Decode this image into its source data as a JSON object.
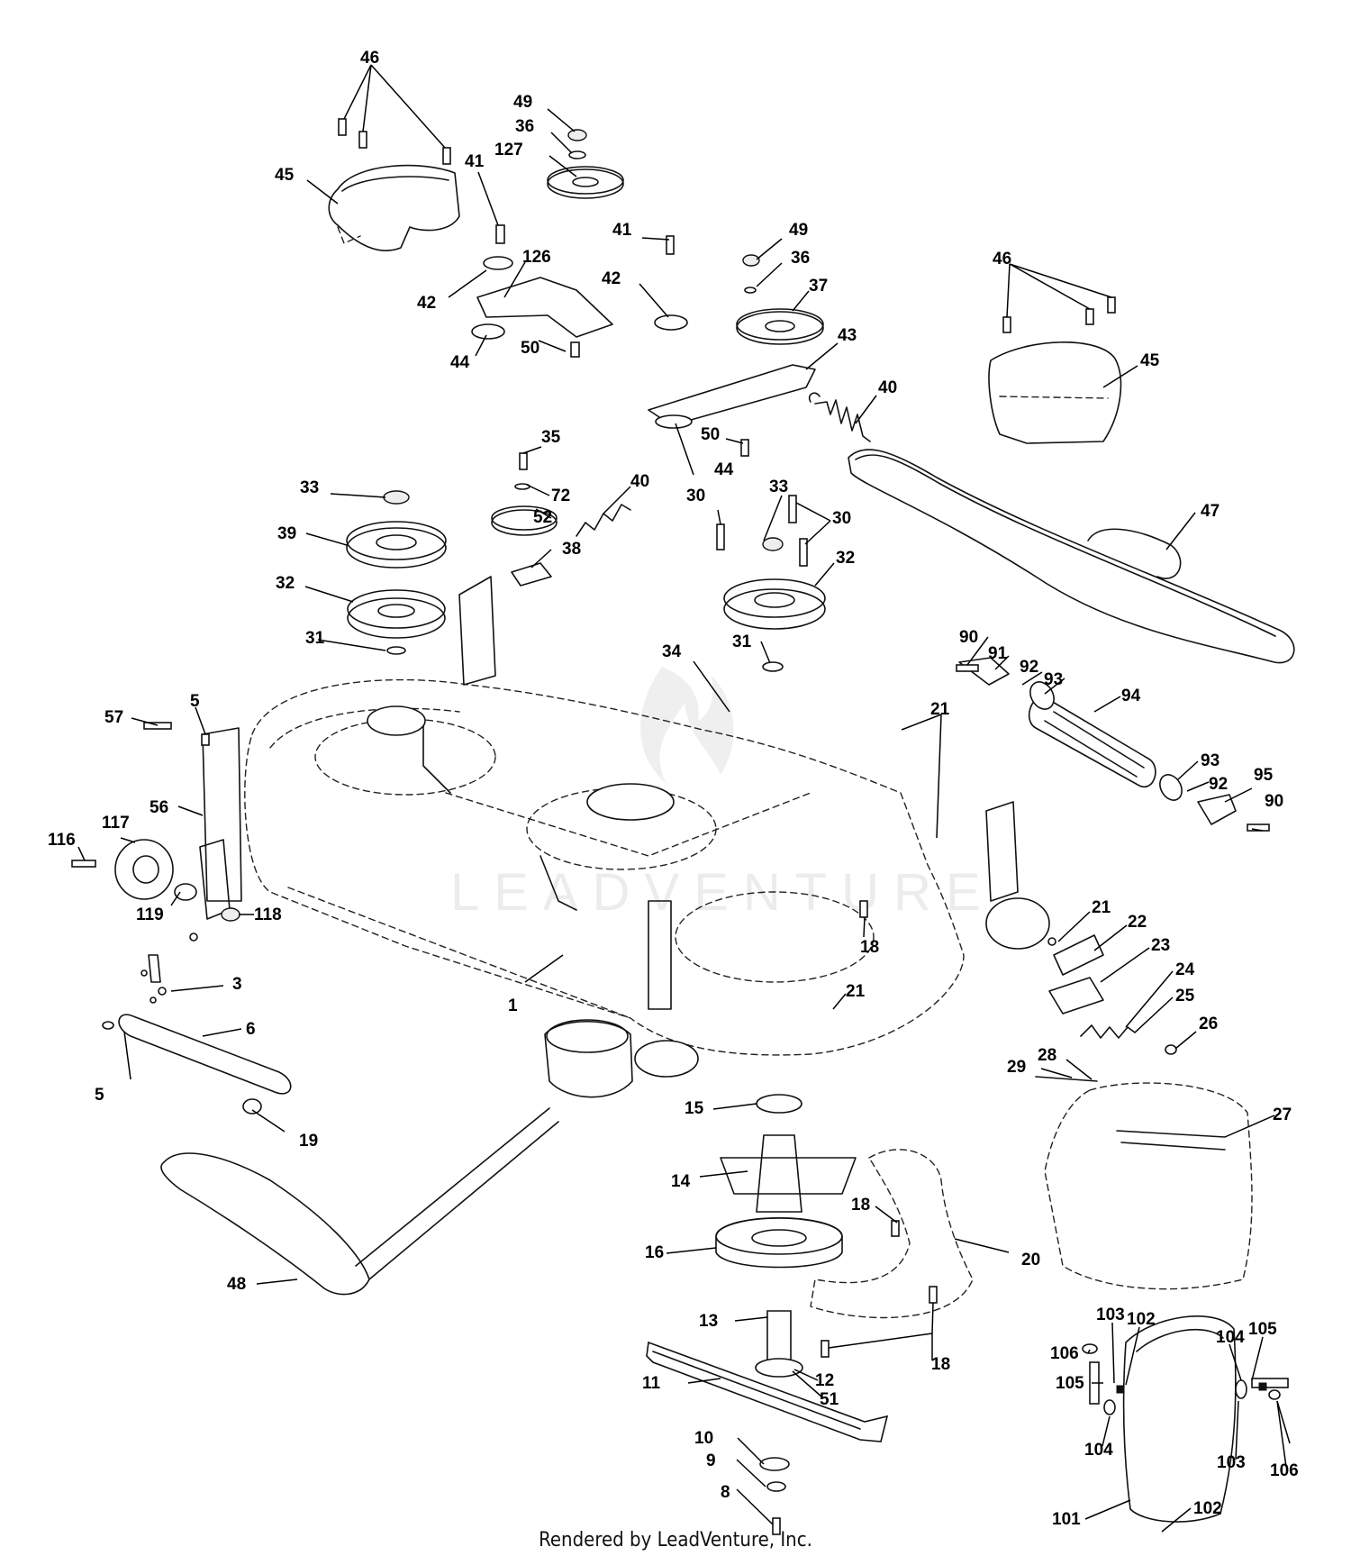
{
  "watermark": "LEADVENTURE",
  "footer": "Rendered by LeadVenture, Inc.",
  "callout_labels": [
    "46",
    "49",
    "36",
    "127",
    "41",
    "45",
    "126",
    "42",
    "50",
    "44",
    "41",
    "49",
    "36",
    "42",
    "37",
    "43",
    "46",
    "45",
    "40",
    "50",
    "35",
    "72",
    "44",
    "33",
    "52",
    "40",
    "30",
    "33",
    "30",
    "39",
    "38",
    "47",
    "32",
    "32",
    "31",
    "31",
    "34",
    "90",
    "91",
    "92",
    "93",
    "94",
    "57",
    "5",
    "21",
    "93",
    "92",
    "95",
    "90",
    "116",
    "117",
    "56",
    "119",
    "118",
    "21",
    "22",
    "23",
    "18",
    "24",
    "25",
    "3",
    "21",
    "1",
    "6",
    "26",
    "5",
    "29",
    "28",
    "27",
    "15",
    "19",
    "14",
    "18",
    "20",
    "16",
    "48",
    "13",
    "18",
    "103",
    "102",
    "104",
    "105",
    "106",
    "12",
    "11",
    "51",
    "105",
    "10",
    "9",
    "104",
    "103",
    "106",
    "8",
    "101",
    "102"
  ]
}
